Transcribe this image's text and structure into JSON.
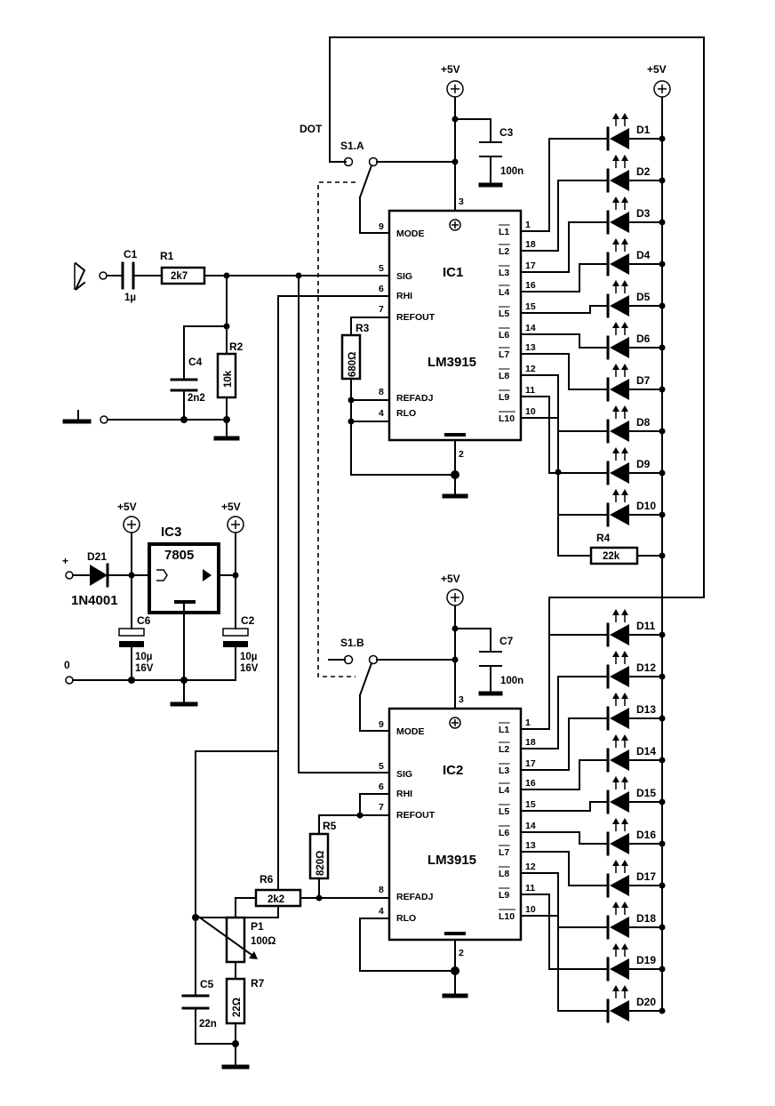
{
  "supply": "+5V",
  "switch": {
    "mode_label": "DOT",
    "a": "S1.A",
    "b": "S1.B"
  },
  "ic1": {
    "name": "IC1",
    "part": "LM3915"
  },
  "ic2": {
    "name": "IC2",
    "part": "LM3915"
  },
  "ic3": {
    "name": "IC3",
    "part": "7805"
  },
  "pins_left": [
    {
      "num": "9",
      "name": "MODE"
    },
    {
      "num": "5",
      "name": "SIG"
    },
    {
      "num": "6",
      "name": "RHI"
    },
    {
      "num": "7",
      "name": "REFOUT"
    },
    {
      "num": "8",
      "name": "REFADJ"
    },
    {
      "num": "4",
      "name": "RLO"
    }
  ],
  "pins_right": [
    {
      "num": "1",
      "name": "L1"
    },
    {
      "num": "18",
      "name": "L2"
    },
    {
      "num": "17",
      "name": "L3"
    },
    {
      "num": "16",
      "name": "L4"
    },
    {
      "num": "15",
      "name": "L5"
    },
    {
      "num": "14",
      "name": "L6"
    },
    {
      "num": "13",
      "name": "L7"
    },
    {
      "num": "12",
      "name": "L8"
    },
    {
      "num": "11",
      "name": "L9"
    },
    {
      "num": "10",
      "name": "L10"
    }
  ],
  "pin_top": "3",
  "pin_bottom": "2",
  "leds_top": [
    "D1",
    "D2",
    "D3",
    "D4",
    "D5",
    "D6",
    "D7",
    "D8",
    "D9",
    "D10"
  ],
  "leds_bottom": [
    "D11",
    "D12",
    "D13",
    "D14",
    "D15",
    "D16",
    "D17",
    "D18",
    "D19",
    "D20"
  ],
  "components": {
    "c1": {
      "name": "C1",
      "value": "1µ"
    },
    "r1": {
      "name": "R1",
      "value": "2k7"
    },
    "r2": {
      "name": "R2",
      "value": "10k"
    },
    "c4": {
      "name": "C4",
      "value": "2n2"
    },
    "r3": {
      "name": "R3",
      "value": "680Ω"
    },
    "c3": {
      "name": "C3",
      "value": "100n"
    },
    "c7": {
      "name": "C7",
      "value": "100n"
    },
    "r4": {
      "name": "R4",
      "value": "22k"
    },
    "d21": {
      "name": "D21",
      "value": "1N4001"
    },
    "c6": {
      "name": "C6",
      "value1": "10µ",
      "value2": "16V"
    },
    "c2": {
      "name": "C2",
      "value1": "10µ",
      "value2": "16V"
    },
    "r5": {
      "name": "R5",
      "value": "820Ω"
    },
    "r6": {
      "name": "R6",
      "value": "2k2"
    },
    "p1": {
      "name": "P1",
      "value": "100Ω"
    },
    "c5": {
      "name": "C5",
      "value": "22n"
    },
    "r7": {
      "name": "R7",
      "value": "22Ω"
    }
  },
  "terminals": {
    "plus": "+",
    "zero": "0"
  }
}
